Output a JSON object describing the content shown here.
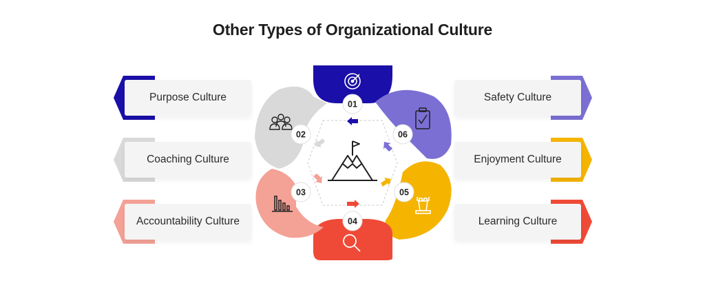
{
  "title": "Other Types of Organizational Culture",
  "left_cards": [
    {
      "label": "Purpose Culture",
      "color": "#1a0fa8"
    },
    {
      "label": "Coaching Culture",
      "color": "#d9d9d9"
    },
    {
      "label": "Accountability Culture",
      "color": "#f4a196"
    }
  ],
  "right_cards": [
    {
      "label": "Safety Culture",
      "color": "#7b6fd4"
    },
    {
      "label": "Enjoyment Culture",
      "color": "#f5b400"
    },
    {
      "label": "Learning Culture",
      "color": "#ef4a37"
    }
  ],
  "segments": [
    {
      "number": "01",
      "color": "#1a0fa8",
      "icon": "target-icon"
    },
    {
      "number": "02",
      "color": "#d9d9d9",
      "icon": "people-group-icon"
    },
    {
      "number": "03",
      "color": "#f4a196",
      "icon": "bar-chart-icon"
    },
    {
      "number": "04",
      "color": "#ef4a37",
      "icon": "magnifier-icon"
    },
    {
      "number": "05",
      "color": "#f5b400",
      "icon": "chess-rook-icon"
    },
    {
      "number": "06",
      "color": "#7b6fd4",
      "icon": "checklist-icon"
    }
  ],
  "center_icon": "mountain-flag-icon"
}
